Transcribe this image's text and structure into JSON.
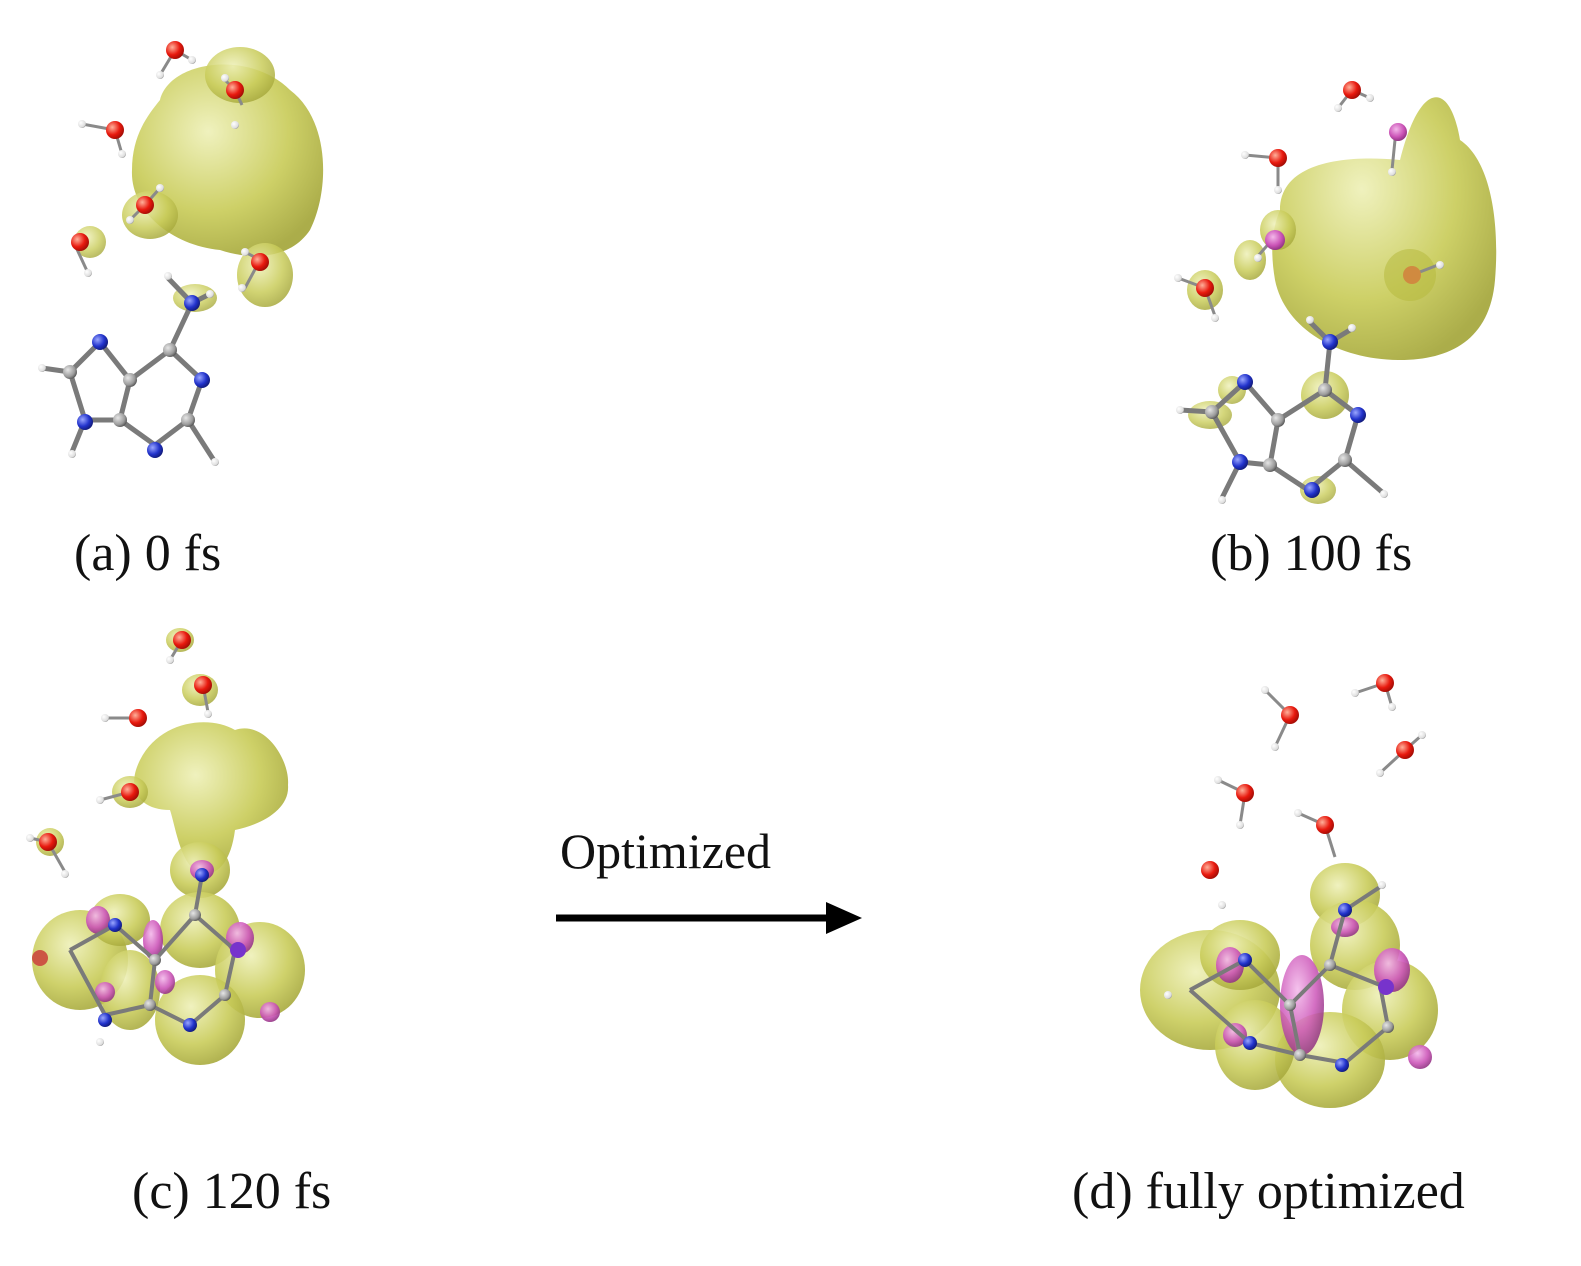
{
  "panels": [
    {
      "id": "a",
      "caption": "(a) 0 fs"
    },
    {
      "id": "b",
      "caption": "(b) 100 fs"
    },
    {
      "id": "c",
      "caption": "(c) 120 fs"
    },
    {
      "id": "d",
      "caption": "(d) fully optimized"
    }
  ],
  "transition": {
    "label": "Optimized"
  },
  "colors": {
    "density_lobe": "#c9cc5a",
    "density_edge": "#a8ab3a",
    "negative_lobe": "#cc55b8",
    "oxygen": "#e8190e",
    "nitrogen": "#2233cc",
    "carbon": "#9a9a9a",
    "hydrogen": "#f2f2f2",
    "bond": "#7a7a7a"
  },
  "icons": {
    "arrow": "right-arrow-icon"
  }
}
